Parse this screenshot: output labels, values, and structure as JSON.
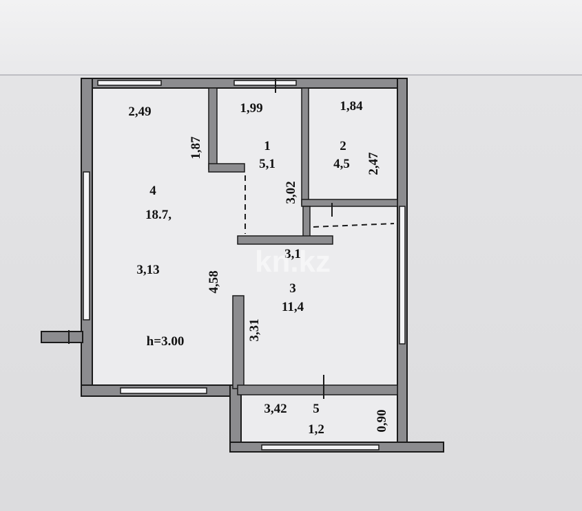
{
  "watermark": "kn.kz",
  "rooms": [
    {
      "number": "1",
      "area": "5,1"
    },
    {
      "number": "2",
      "area": "4,5"
    },
    {
      "number": "3",
      "area": "11,4"
    },
    {
      "number": "4",
      "area": "18.7,"
    },
    {
      "number": "5",
      "area": "1,2"
    }
  ],
  "dimensions": {
    "d_2_49": "2,49",
    "d_1_99": "1,99",
    "d_1_84": "1,84",
    "d_1_87": "1,87",
    "d_2_47": "2,47",
    "d_3_02": "3,02",
    "d_3_13": "3,13",
    "d_4_58": "4,58",
    "d_3_1": "3,1",
    "d_3_31": "3,31",
    "d_3_42": "3,42",
    "d_0_90": "0,90"
  },
  "ceiling_height": "h=3.00",
  "colors": {
    "wall": "#8c8c8f",
    "wall_outline": "#1a1a1a",
    "floor": "#ececee"
  }
}
